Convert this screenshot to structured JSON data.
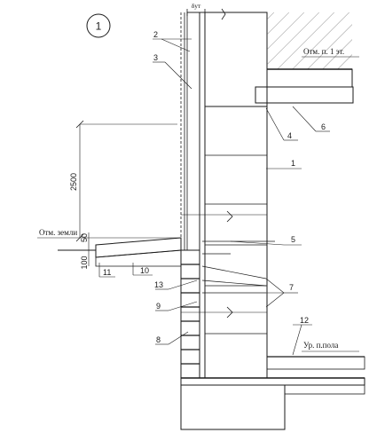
{
  "sheet_number": "1",
  "labels": {
    "floor1_level": "Отм. п. 1 эт.",
    "ground_level": "Отм. земли",
    "floor_level": "Ур. п.пола",
    "thickness": "δут"
  },
  "dimensions": {
    "plinth_height": "2500",
    "blind_area_drop": "50",
    "blind_area_depth": "100"
  },
  "callouts": [
    "1",
    "2",
    "3",
    "4",
    "5",
    "6",
    "7",
    "8",
    "9",
    "10",
    "11",
    "12",
    "13"
  ]
}
